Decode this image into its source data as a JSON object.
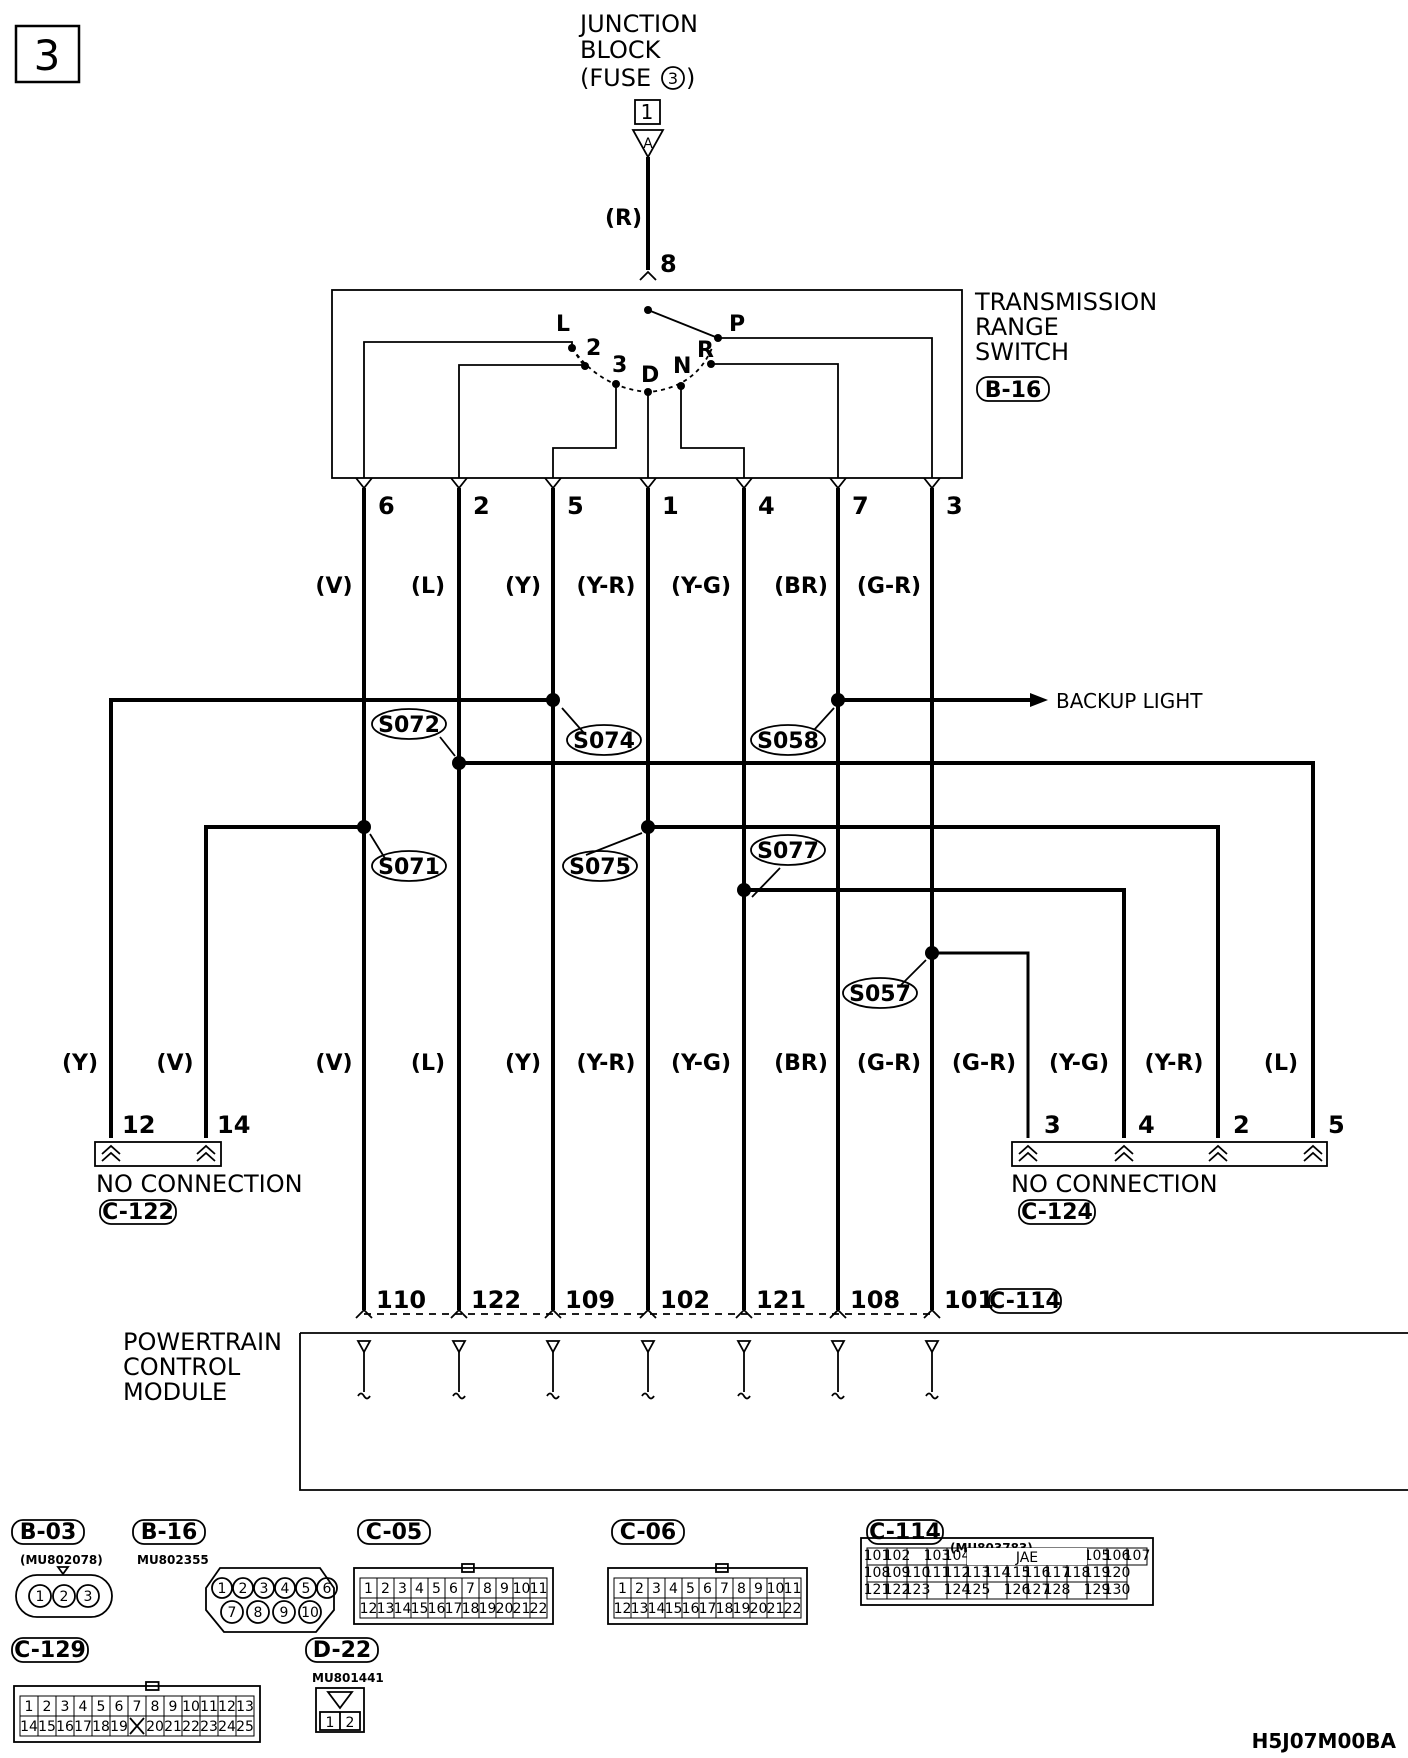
{
  "page_number": "3",
  "junction_block": {
    "line1": "JUNCTION",
    "line2": "BLOCK",
    "line3_pre": "(FUSE",
    "fuse": "3",
    "line3_post": ")",
    "pin": "1",
    "connector": "A",
    "wire_color": "(R)"
  },
  "switch": {
    "line1": "TRANSMISSION",
    "line2": "RANGE",
    "line3": "SWITCH",
    "connector": "B-16",
    "input_pin": "8",
    "positions": {
      "L": "L",
      "two": "2",
      "three": "3",
      "D": "D",
      "N": "N",
      "R": "R",
      "P": "P"
    },
    "pins": [
      "6",
      "2",
      "5",
      "1",
      "4",
      "7",
      "3"
    ]
  },
  "wire_colors_top": [
    "(V)",
    "(L)",
    "(Y)",
    "(Y-R)",
    "(Y-G)",
    "(BR)",
    "(G-R)"
  ],
  "splices": {
    "s072": "S072",
    "s074": "S074",
    "s058": "S058",
    "s071": "S071",
    "s075": "S075",
    "s077": "S077",
    "s057": "S057"
  },
  "backup_light": "BACKUP LIGHT",
  "wire_colors_bottom": [
    "(Y)",
    "(V)",
    "(V)",
    "(L)",
    "(Y)",
    "(Y-R)",
    "(Y-G)",
    "(BR)",
    "(G-R)",
    "(G-R)",
    "(Y-G)",
    "(Y-R)",
    "(L)"
  ],
  "c122": {
    "pins": [
      "12",
      "14"
    ],
    "note": "NO CONNECTION",
    "connector": "C-122"
  },
  "c124": {
    "pins": [
      "3",
      "4",
      "2",
      "5"
    ],
    "note": "NO CONNECTION",
    "connector": "C-124"
  },
  "pcm": {
    "line1": "POWERTRAIN",
    "line2": "CONTROL",
    "line3": "MODULE",
    "pins": [
      "110",
      "122",
      "109",
      "102",
      "121",
      "108",
      "101"
    ],
    "connector": "C-114"
  },
  "connectors": {
    "b03": {
      "name": "B-03",
      "part": "(MU802078)",
      "pins": [
        "1",
        "2",
        "3"
      ]
    },
    "b16": {
      "name": "B-16",
      "part": "MU802355",
      "row1": [
        "1",
        "2",
        "3",
        "4",
        "5",
        "6"
      ],
      "row2": [
        "7",
        "8",
        "9",
        "10"
      ]
    },
    "c05": {
      "name": "C-05",
      "row1": [
        "1",
        "2",
        "3",
        "4",
        "5",
        "6",
        "7",
        "8",
        "9",
        "10",
        "11"
      ],
      "row2": [
        "12",
        "13",
        "14",
        "15",
        "16",
        "17",
        "18",
        "19",
        "20",
        "21",
        "22"
      ]
    },
    "c06": {
      "name": "C-06",
      "row1": [
        "1",
        "2",
        "3",
        "4",
        "5",
        "6",
        "7",
        "8",
        "9",
        "10",
        "11"
      ],
      "row2": [
        "12",
        "13",
        "14",
        "15",
        "16",
        "17",
        "18",
        "19",
        "20",
        "21",
        "22"
      ]
    },
    "c114": {
      "name": "C-114",
      "part": "(MU803783)",
      "jae": "JAE",
      "row1": [
        "101",
        "102",
        "",
        "103",
        "104",
        "",
        "",
        "",
        "",
        "",
        "",
        "105",
        "106",
        "107"
      ],
      "row2": [
        "108",
        "109",
        "110",
        "111",
        "112",
        "113",
        "114",
        "115",
        "116",
        "117",
        "118",
        "119",
        "120"
      ],
      "row3": [
        "121",
        "122",
        "123",
        "",
        "124",
        "125",
        "",
        "126",
        "127",
        "128",
        "",
        "129",
        "130"
      ]
    },
    "c129": {
      "name": "C-129",
      "row1": [
        "1",
        "2",
        "3",
        "4",
        "5",
        "6",
        "7",
        "8",
        "9",
        "10",
        "11",
        "12",
        "13"
      ],
      "row2": [
        "14",
        "15",
        "16",
        "17",
        "18",
        "19",
        "",
        "20",
        "21",
        "22",
        "23",
        "24",
        "25"
      ]
    },
    "d22": {
      "name": "D-22",
      "part": "MU801441",
      "pins": [
        "1",
        "2"
      ]
    }
  },
  "figure_code": "H5J07M00BA"
}
